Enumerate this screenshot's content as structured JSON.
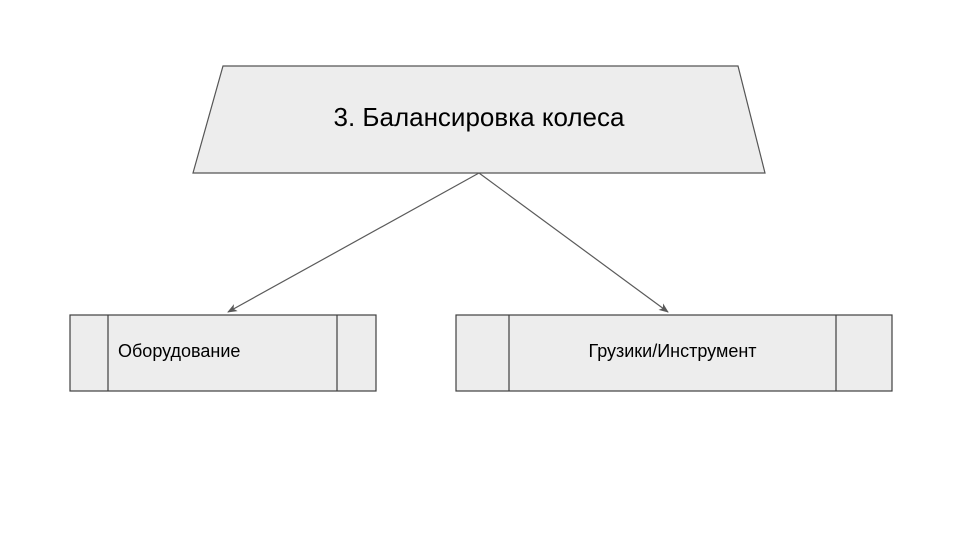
{
  "diagram": {
    "type": "flowchart",
    "background_color": "#ffffff",
    "shape_fill_color": "#ededed",
    "shape_stroke_color": "#555555",
    "connector_color": "#5a5a5a",
    "text_color": "#000000",
    "nodes": [
      {
        "id": "manual-operation",
        "shape": "trapezoid",
        "label": "3. Балансировка колеса"
      },
      {
        "id": "equipment",
        "shape": "predefined-process",
        "label": "Оборудование"
      },
      {
        "id": "weights-tools",
        "shape": "predefined-process",
        "label": "Грузики/Инструмент"
      }
    ],
    "connectors": [
      {
        "id": "arrow-to-equipment",
        "from": "manual-operation",
        "to": "equipment",
        "style": "solid-arrow"
      },
      {
        "id": "arrow-to-weights-tools",
        "from": "manual-operation",
        "to": "weights-tools",
        "style": "solid-arrow"
      }
    ]
  }
}
